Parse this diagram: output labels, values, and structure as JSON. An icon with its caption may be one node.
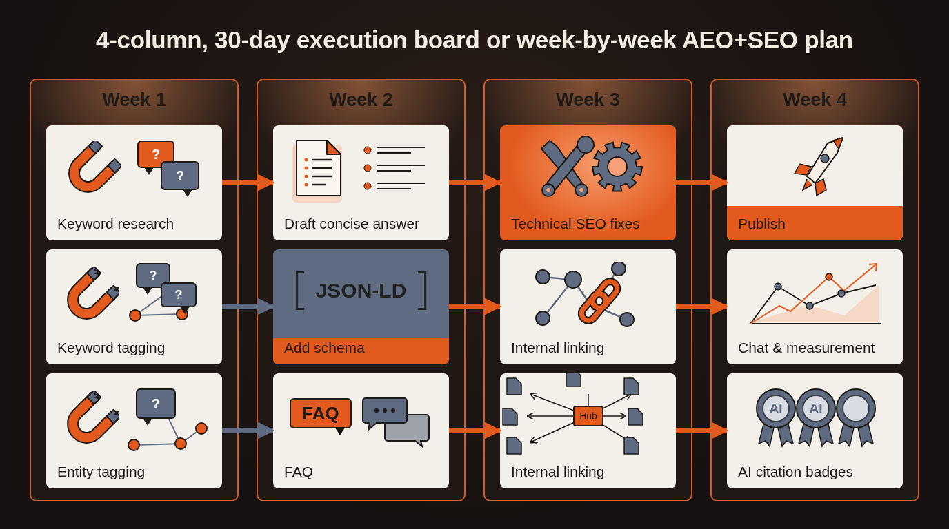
{
  "diagram": {
    "title": "4-column, 30-day execution board or week-by-week AEO+SEO plan",
    "nodes": [
      {
        "text": [
          "Week 1"
        ]
      },
      {
        "text": [
          "Keyword research"
        ],
        "in": 0
      },
      {
        "text": [
          "Keyword tagging"
        ],
        "in": 0
      },
      {
        "text": [
          "Entity tagging"
        ],
        "in": 0
      },
      {
        "text": [
          "Week 2"
        ]
      },
      {
        "text": [
          "Draft concise answer"
        ],
        "in": 4
      },
      {
        "text": [
          "JSON-LD",
          "Add schema"
        ],
        "in": 4
      },
      {
        "text": [
          "FAQ"
        ],
        "in": 4
      },
      {
        "text": [
          "Week 3"
        ]
      },
      {
        "text": [
          "Technical SEO fixes"
        ],
        "in": 8
      },
      {
        "text": [
          "Internal linking"
        ],
        "in": 8
      },
      {
        "text": [
          "Internal linking"
        ],
        "in": 8
      },
      {
        "text": [
          "Week 4"
        ]
      },
      {
        "text": [
          "Publish"
        ],
        "in": 12
      },
      {
        "text": [
          "Chat & measurement"
        ],
        "in": 12
      },
      {
        "text": [
          "AI citation badges"
        ],
        "in": 12
      }
    ],
    "edges": [
      {
        "from": 1,
        "to": 5,
        "arrow": "to"
      },
      {
        "from": 2,
        "to": 6,
        "arrow": "to",
        "color": "#5f6b80"
      },
      {
        "from": 3,
        "to": 7,
        "arrow": "to",
        "color": "#5f6b80"
      },
      {
        "from": 5,
        "to": 9,
        "arrow": "to"
      },
      {
        "from": 6,
        "to": 10,
        "arrow": "to"
      },
      {
        "from": 7,
        "to": 11,
        "arrow": "to"
      },
      {
        "from": 9,
        "to": 13,
        "arrow": "to"
      },
      {
        "from": 10,
        "to": 14,
        "arrow": "to"
      },
      {
        "from": 11,
        "to": 15,
        "arrow": "to"
      }
    ],
    "labels": [
      "?",
      "?",
      "?",
      "?",
      "?",
      "FAQ",
      "Hub",
      "AI",
      "AI"
    ]
  }
}
